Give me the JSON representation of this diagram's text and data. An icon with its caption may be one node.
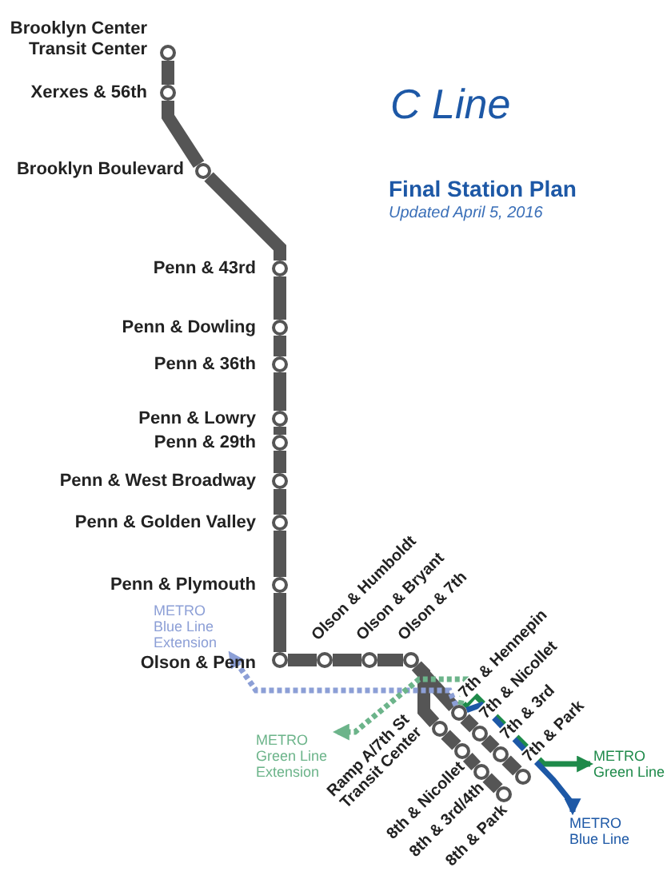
{
  "diagram": {
    "title": "C Line",
    "nodes": [
      {
        "text": [
          "Brooklyn Center Transit Center"
        ]
      },
      {
        "text": [
          "Xerxes & 56th"
        ]
      },
      {
        "text": [
          "Brooklyn Boulevard"
        ]
      },
      {
        "text": [
          "Penn & 43rd"
        ]
      },
      {
        "text": [
          "Penn & Dowling"
        ]
      },
      {
        "text": [
          "Penn & 36th"
        ]
      },
      {
        "text": [
          "Penn & Lowry"
        ]
      },
      {
        "text": [
          "Penn & 29th"
        ]
      },
      {
        "text": [
          "Penn & West Broadway"
        ]
      },
      {
        "text": [
          "Penn & Golden Valley"
        ]
      },
      {
        "text": [
          "Penn & Plymouth"
        ]
      },
      {
        "text": [
          "Olson & Penn"
        ]
      },
      {
        "text": [
          "Olson & Humboldt"
        ]
      },
      {
        "text": [
          "Olson & Bryant"
        ]
      },
      {
        "text": [
          "Olson & 7th"
        ]
      },
      {
        "text": [
          "7th & Hennepin"
        ]
      },
      {
        "text": [
          "7th & Nicollet"
        ]
      },
      {
        "text": [
          "7th & 3rd"
        ]
      },
      {
        "text": [
          "7th & Park"
        ]
      },
      {
        "text": [
          "Ramp A/7th St Transit Center"
        ]
      },
      {
        "text": [
          "8th & Nicollet"
        ]
      },
      {
        "text": [
          "8th & 3rd/4th"
        ]
      },
      {
        "text": [
          "8th & Park"
        ]
      },
      {
        "text": [
          "METRO Blue Line Extension"
        ]
      },
      {
        "text": [
          "METRO Green Line Extension"
        ]
      },
      {
        "text": [
          "METRO Green Line"
        ]
      },
      {
        "text": [
          "METRO Blue Line"
        ]
      }
    ],
    "edges": [
      {
        "from": 0,
        "to": 1,
        "arrow": "none"
      },
      {
        "from": 1,
        "to": 2,
        "arrow": "none"
      },
      {
        "from": 2,
        "to": 3,
        "arrow": "none"
      },
      {
        "from": 3,
        "to": 4,
        "arrow": "none"
      },
      {
        "from": 4,
        "to": 5,
        "arrow": "none"
      },
      {
        "from": 5,
        "to": 6,
        "arrow": "none"
      },
      {
        "from": 6,
        "to": 7,
        "arrow": "none"
      },
      {
        "from": 7,
        "to": 8,
        "arrow": "none"
      },
      {
        "from": 8,
        "to": 9,
        "arrow": "none"
      },
      {
        "from": 9,
        "to": 10,
        "arrow": "none"
      },
      {
        "from": 10,
        "to": 11,
        "arrow": "none"
      },
      {
        "from": 11,
        "to": 12,
        "arrow": "none"
      },
      {
        "from": 12,
        "to": 13,
        "arrow": "none"
      },
      {
        "from": 13,
        "to": 14,
        "arrow": "none"
      },
      {
        "from": 14,
        "to": 15,
        "arrow": "none"
      },
      {
        "from": 15,
        "to": 16,
        "arrow": "none"
      },
      {
        "from": 16,
        "to": 17,
        "arrow": "none"
      },
      {
        "from": 17,
        "to": 18,
        "arrow": "none"
      },
      {
        "from": 14,
        "to": 19,
        "arrow": "none"
      },
      {
        "from": 19,
        "to": 20,
        "arrow": "none"
      },
      {
        "from": 20,
        "to": 21,
        "arrow": "none"
      },
      {
        "from": 21,
        "to": 22,
        "arrow": "none"
      },
      {
        "from": 15,
        "to": 23,
        "arrow": "to",
        "style": "dashed",
        "color": "#8c9fd6"
      },
      {
        "from": 15,
        "to": 24,
        "arrow": "to",
        "style": "dashed",
        "color": "#6cb48a"
      },
      {
        "from": 15,
        "to": 25,
        "arrow": "to",
        "color": "#1e8a4a"
      },
      {
        "from": 15,
        "to": 26,
        "arrow": "to",
        "color": "#1d58a6"
      }
    ],
    "labels": [
      "Final Station Plan",
      "Updated April 5, 2016"
    ]
  }
}
